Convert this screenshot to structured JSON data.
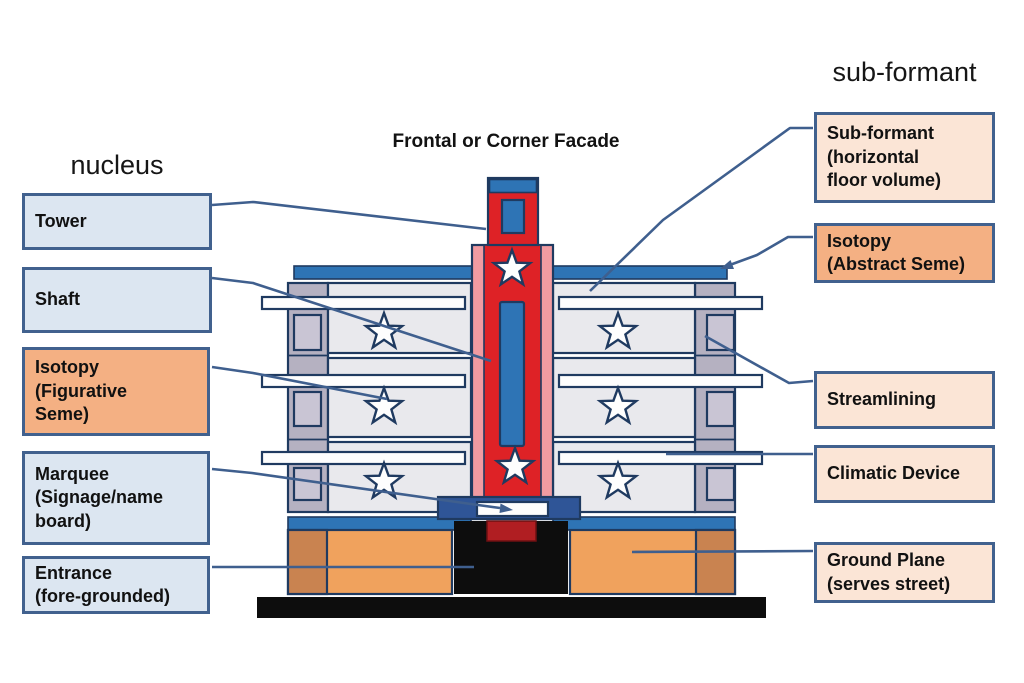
{
  "title": "Frontal or Corner Facade",
  "headings": {
    "left": "nucleus",
    "right": "sub-formant"
  },
  "left_labels": [
    {
      "text": "Tower",
      "variant": "blue"
    },
    {
      "text": "Shaft",
      "variant": "blue"
    },
    {
      "text": "Isotopy\n(Figurative\nSeme)",
      "variant": "orange"
    },
    {
      "text": "Marquee\n(Signage/name\nboard)",
      "variant": "blue"
    },
    {
      "text": "Entrance\n(fore-grounded)",
      "variant": "blue"
    }
  ],
  "right_labels": [
    {
      "text": "Sub-formant\n(horizontal\nfloor volume)",
      "variant": "peach"
    },
    {
      "text": "Isotopy\n(Abstract Seme)",
      "variant": "orange"
    },
    {
      "text": "Streamlining",
      "variant": "peach"
    },
    {
      "text": "Climatic Device",
      "variant": "peach"
    },
    {
      "text": "Ground Plane\n(serves street)",
      "variant": "peach"
    }
  ],
  "colors": {
    "tower_red": "#de2226",
    "tower_pink": "#f19ba1",
    "band_blue": "#2e74b5",
    "shaft_blue": "#2e74b5",
    "marquee_blue": "#2f5597",
    "dark_red": "#b01e22",
    "wing_gray": "#e9e9ed",
    "pilaster_gray": "#b5b1c1",
    "window_gray": "#c9c5d4",
    "ground_orange": "#f0a25d",
    "ground_orange_dark": "#c98350",
    "black": "#0d0d0d",
    "label_blue": "#dce6f1",
    "label_orange": "#f4b083",
    "label_peach": "#fbe5d6",
    "box_border": "#41618e",
    "outline_navy": "#1f3a60",
    "leader_line": "#3f5f8e"
  }
}
